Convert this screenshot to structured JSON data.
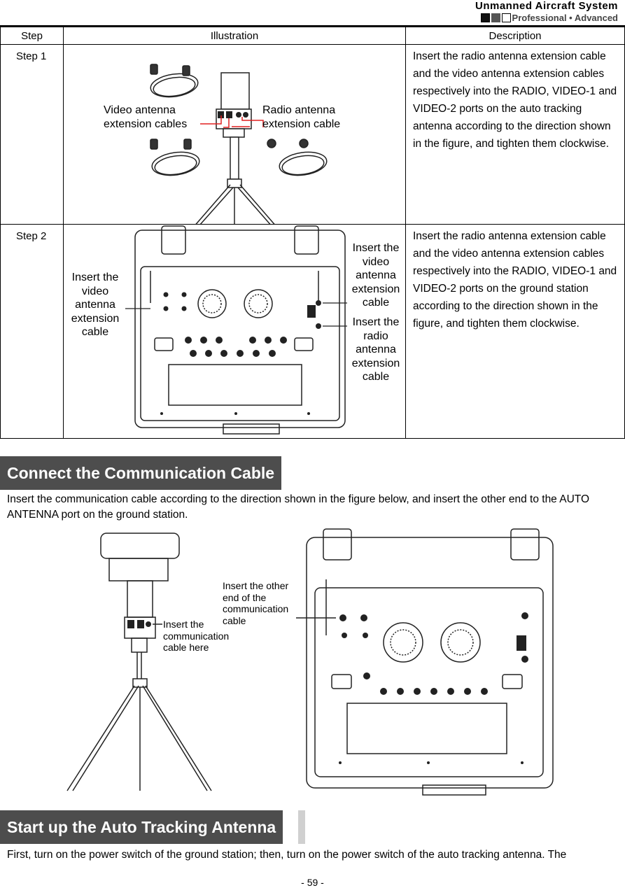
{
  "header": {
    "title": "Unmanned  Aircraft  System",
    "subtitle": "Professional • Advanced"
  },
  "table": {
    "headers": [
      "Step",
      "Illustration",
      "Description"
    ],
    "rows": [
      {
        "step": "Step 1",
        "labels": {
          "left": [
            "Video antenna",
            "extension cables"
          ],
          "right": [
            "Radio antenna",
            "extension cable"
          ]
        },
        "description": "Insert the radio antenna extension cable and the video antenna extension cables respectively into the RADIO, VIDEO-1 and VIDEO-2 ports on the auto tracking antenna according to the direction shown in the figure, and tighten them clockwise."
      },
      {
        "step": "Step 2",
        "labels": {
          "left": [
            "Insert the",
            "video",
            "antenna",
            "extension",
            "cable"
          ],
          "right_top": [
            "Insert the",
            "video",
            "antenna",
            "extension",
            "cable"
          ],
          "right_bottom": [
            "Insert the",
            "radio",
            "antenna",
            "extension",
            "cable"
          ]
        },
        "description": "Insert the radio antenna extension cable and the video antenna extension cables respectively into the RADIO, VIDEO-1 and VIDEO-2 ports on the ground station according to the direction shown in the figure, and tighten them clockwise."
      }
    ]
  },
  "section1": {
    "title": "Connect the Communication Cable",
    "text": "Insert the communication cable according to the direction shown in the figure below, and insert the other end to the AUTO ANTENNA port on the ground station.",
    "label_other_end": [
      "Insert the other",
      "end of the",
      "communication",
      "cable"
    ],
    "label_here": [
      "Insert the",
      "communication",
      "cable here"
    ]
  },
  "section2": {
    "title": "Start up the Auto Tracking Antenna",
    "text": "First, turn on the power switch of the ground station; then, turn on the power switch of the auto tracking antenna. The"
  },
  "footer": {
    "page": "- 59 -"
  },
  "colors": {
    "section_bg": "#4d4d4d",
    "callout_red": "#e02020"
  }
}
